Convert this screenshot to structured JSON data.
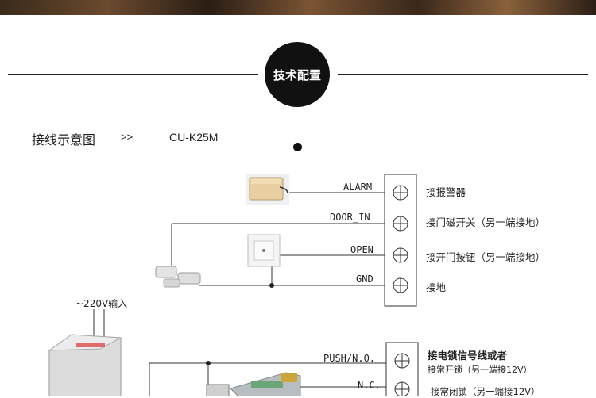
{
  "header": {
    "badge_label": "技术配置"
  },
  "diagram_title": {
    "label": "接线示意图",
    "arrows": ">>",
    "model": "CU-K25M"
  },
  "upper_terminal_block": {
    "terminals": [
      {
        "wire_label": "ALARM",
        "description": "接报警器"
      },
      {
        "wire_label": "DOOR_IN",
        "description": "接门磁开关（另一端接地）"
      },
      {
        "wire_label": "OPEN",
        "description": "接开门按钮（另一端接地）"
      },
      {
        "wire_label": "GND",
        "description": "接地"
      }
    ]
  },
  "power_input": {
    "label": "~220V输入"
  },
  "lower_terminal_block": {
    "terminals": [
      {
        "wire_label": "PUSH/N.O.",
        "description": "接电锁信号线或者",
        "sub_description": "接常开锁（另一端接12V）"
      },
      {
        "wire_label": "N.C.",
        "description": "接常闭锁（另一端接12V）"
      }
    ]
  }
}
